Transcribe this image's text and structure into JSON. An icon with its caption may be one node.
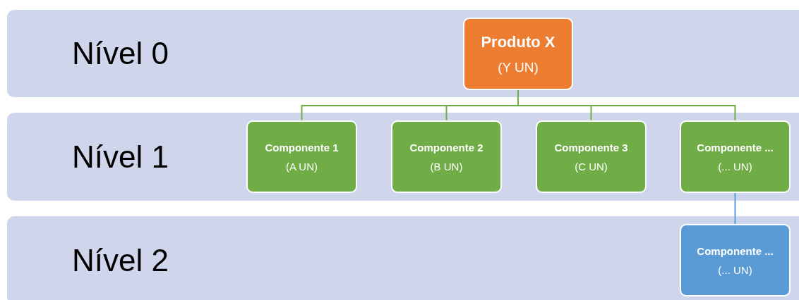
{
  "diagram": {
    "nodes": [
      {
        "text": [
          "Nível 0"
        ]
      },
      {
        "text": [
          "Produto X",
          "(Y UN)"
        ],
        "in": 0
      },
      {
        "text": [
          "Nível 1"
        ]
      },
      {
        "text": [
          "Componente 1",
          "(A UN)"
        ],
        "in": 2
      },
      {
        "text": [
          "Componente 2",
          "(B UN)"
        ],
        "in": 2
      },
      {
        "text": [
          "Componente 3",
          "(C UN)"
        ],
        "in": 2
      },
      {
        "text": [
          "Componente ...",
          "(... UN)"
        ],
        "in": 2
      },
      {
        "text": [
          "Nível 2"
        ]
      },
      {
        "text": [
          "Componente ...",
          "(... UN)"
        ],
        "in": 7
      }
    ],
    "edges": [
      {
        "from": 1,
        "to": 3,
        "arrow": "none"
      },
      {
        "from": 1,
        "to": 4,
        "arrow": "none"
      },
      {
        "from": 1,
        "to": 5,
        "arrow": "none"
      },
      {
        "from": 1,
        "to": 6,
        "arrow": "none"
      },
      {
        "from": 6,
        "to": 8,
        "arrow": "none",
        "color": "#5b9bd5"
      }
    ]
  }
}
